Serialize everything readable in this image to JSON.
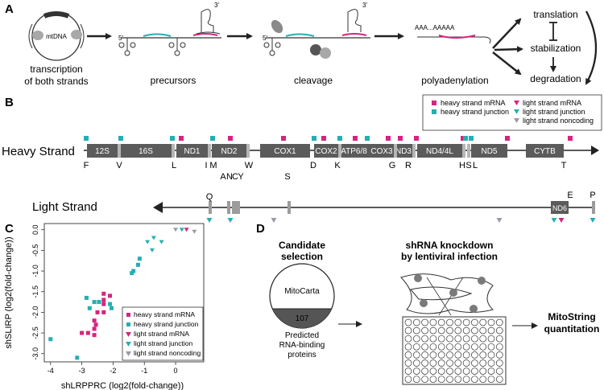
{
  "panel_labels": [
    "A",
    "B",
    "C",
    "D"
  ],
  "panelA": {
    "mtdna_label": "mtDNA",
    "five_prime": "5'",
    "three_prime": "3'",
    "polya_text": "AAA...AAAAA",
    "step_captions": [
      "transcription",
      "of both strands",
      "precursors",
      "cleavage",
      "polyadenylation"
    ],
    "fates": [
      "translation",
      "stabilization",
      "degradation"
    ]
  },
  "panelB": {
    "legend": [
      {
        "label": "heavy strand mRNA",
        "marker": "square",
        "color": "#d6247f"
      },
      {
        "label": "heavy strand junction",
        "marker": "square",
        "color": "#25aeb3"
      },
      {
        "label": "light strand mRNA",
        "marker": "triangle",
        "color": "#d6247f"
      },
      {
        "label": "light strand junction",
        "marker": "triangle",
        "color": "#25aeb3"
      },
      {
        "label": "light strand noncoding",
        "marker": "triangle",
        "color": "#9a9aa6"
      }
    ],
    "heavy_strand_label": "Heavy Strand",
    "light_strand_label": "Light Strand",
    "heavy_genes": [
      "12S",
      "16S",
      "ND1",
      "ND2",
      "COX1",
      "COX2",
      "ATP6/8",
      "COX3",
      "ND3",
      "ND4/4L",
      "ND5",
      "CYTB"
    ],
    "heavy_trnas": [
      "F",
      "V",
      "L",
      "I",
      "M",
      "W",
      "D",
      "K",
      "G",
      "R",
      "H",
      "S",
      "L",
      "T"
    ],
    "light_trnas": [
      "Q",
      "A",
      "N",
      "C",
      "Y",
      "S",
      "E",
      "P"
    ],
    "light_genes": [
      "ND6"
    ]
  },
  "panelC": {
    "legend": [
      "heavy strand mRNA",
      "heavy strand junction",
      "light strand mRNA",
      "light strand junction",
      "light strand noncoding"
    ]
  },
  "chart_data": {
    "type": "scatter",
    "xlabel": "shLRPPRC (log2(fold-change))",
    "ylabel": "shSLIRP (log2(fold-change))",
    "xlim": [
      -4.2,
      0.9
    ],
    "ylim": [
      -3.2,
      0.15
    ],
    "xticks": [
      -4,
      -3,
      -2,
      -1,
      0
    ],
    "yticks": [
      -3.0,
      -2.5,
      -2.0,
      -1.5,
      -1.0,
      -0.5,
      0.0
    ],
    "xtick_labels": [
      "-4",
      "-3",
      "-2",
      "-1",
      "0"
    ],
    "ytick_labels": [
      "-3.0",
      "-2.5",
      "-2.0",
      "-1.5",
      "-1.0",
      "-0.5",
      "0.0"
    ],
    "grid": false,
    "legend_position": "bottom-right",
    "series": [
      {
        "name": "heavy strand mRNA",
        "marker": "square",
        "color": "#d6247f",
        "points": [
          [
            -3.0,
            -2.5
          ],
          [
            -2.8,
            -2.5
          ],
          [
            -2.6,
            -2.4
          ],
          [
            -2.55,
            -2.3
          ],
          [
            -2.6,
            -2.2
          ],
          [
            -2.5,
            -2.0
          ],
          [
            -2.3,
            -2.0
          ],
          [
            -2.3,
            -1.8
          ],
          [
            -2.3,
            -1.7
          ],
          [
            -2.1,
            -1.6
          ],
          [
            -2.3,
            -1.55
          ],
          [
            -2.6,
            -2.55
          ]
        ]
      },
      {
        "name": "heavy strand junction",
        "marker": "square",
        "color": "#25aeb3",
        "points": [
          [
            -4.0,
            -2.65
          ],
          [
            -3.15,
            -3.1
          ],
          [
            -2.85,
            -1.65
          ],
          [
            -2.6,
            -1.75
          ],
          [
            -2.45,
            -1.75
          ],
          [
            -2.1,
            -1.8
          ],
          [
            -2.05,
            -1.9
          ],
          [
            -2.75,
            -1.9
          ],
          [
            -1.4,
            -1.05
          ],
          [
            -1.35,
            -1.0
          ],
          [
            -1.15,
            -0.7
          ],
          [
            -1.2,
            -0.85
          ]
        ]
      },
      {
        "name": "light strand mRNA",
        "marker": "triangle",
        "color": "#d6247f",
        "points": [
          [
            0.35,
            0.0
          ]
        ]
      },
      {
        "name": "light strand junction",
        "marker": "triangle",
        "color": "#25aeb3",
        "points": [
          [
            -0.75,
            -0.5
          ],
          [
            -0.9,
            -0.3
          ],
          [
            -0.7,
            -0.2
          ],
          [
            -0.45,
            -0.3
          ],
          [
            0.2,
            0.0
          ]
        ]
      },
      {
        "name": "light strand noncoding",
        "marker": "triangle",
        "color": "#9a9aa6",
        "points": [
          [
            0.0,
            0.0
          ],
          [
            0.6,
            -0.05
          ]
        ]
      }
    ]
  },
  "panelD": {
    "selection_title_1": "Candidate",
    "selection_title_2": "selection",
    "mitocarta_label": "MitoCarta",
    "candidate_count": "107",
    "rbp_caption_1": "Predicted",
    "rbp_caption_2": "RNA-binding",
    "rbp_caption_3": "proteins",
    "knockdown_title_1": "shRNA knockdown",
    "knockdown_title_2": "by lentiviral infection",
    "quant_title_1": "MitoString",
    "quant_title_2": "quantitation"
  },
  "colors": {
    "magenta": "#d6247f",
    "teal": "#25aeb3",
    "grey": "#9a9aa6",
    "gene_box": "#5b5b5b"
  }
}
